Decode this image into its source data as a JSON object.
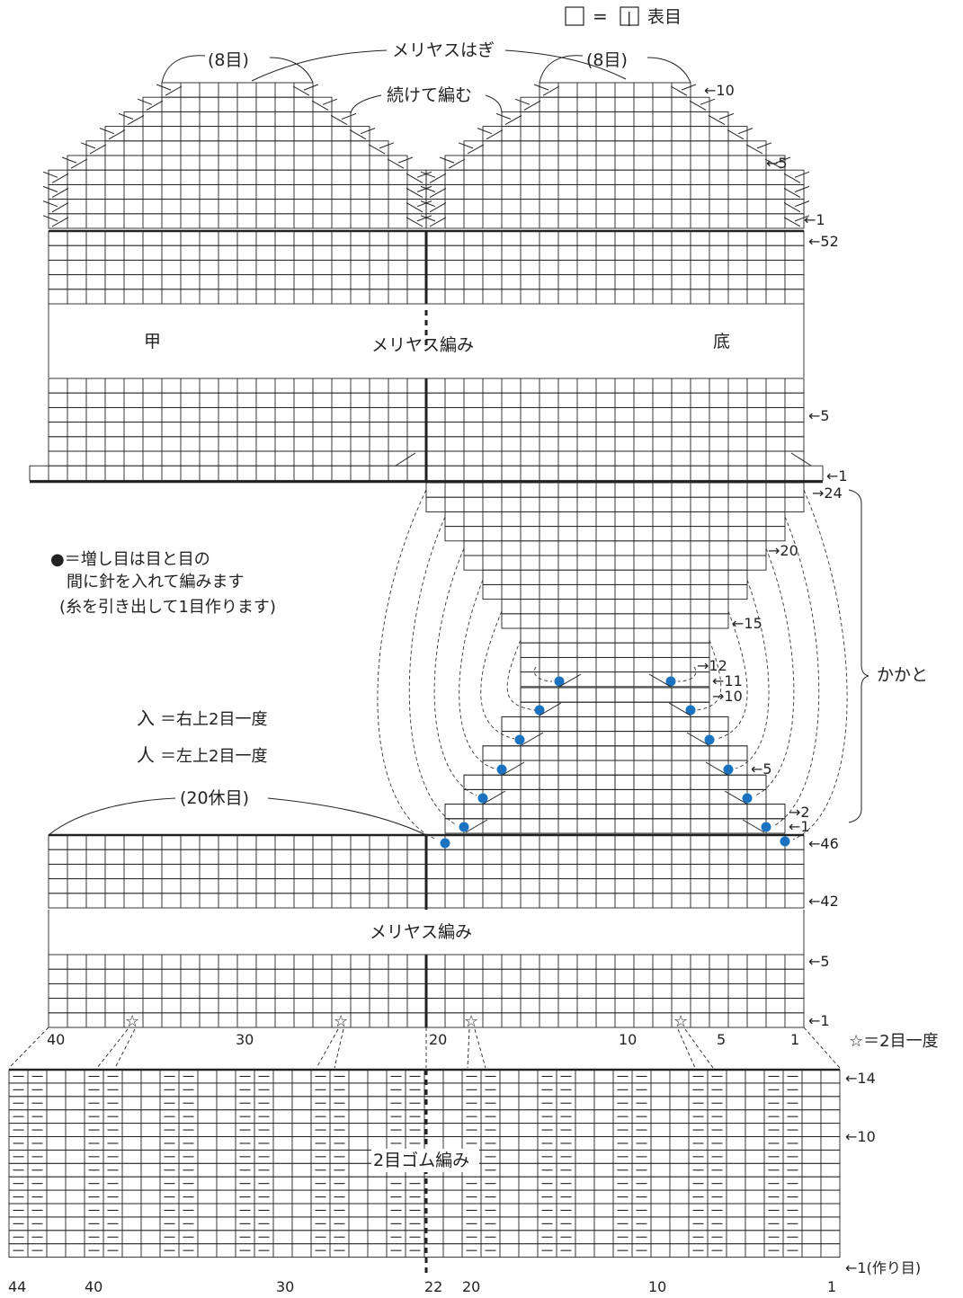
{
  "legend": {
    "equals": "=",
    "knit_symbol": "|",
    "knit_label": "表目"
  },
  "toe": {
    "graft_label": "メリヤスはぎ",
    "eight_left": "(8目)",
    "eight_right": "(8目)",
    "continue_label": "続けて編む"
  },
  "foot": {
    "instep_label": "甲",
    "sole_label": "底",
    "stockinette_label": "メリヤス編み"
  },
  "increase_note": {
    "line1": "●＝増し目は目と目の",
    "line2": "間に針を入れて編みます",
    "line3": "(糸を引き出して1目作ります)"
  },
  "decrease_legend": {
    "ssk_glyph": "入",
    "ssk_label": "＝右上2目一度",
    "k2tog_glyph": "人",
    "k2tog_label": "＝左上2目一度"
  },
  "heel": {
    "rest_label": "(20休目)",
    "heel_label": "かかと"
  },
  "leg": {
    "stockinette_label": "メリヤス編み",
    "star_note": "☆＝2目一度"
  },
  "ribbing": {
    "label": "2目ゴム編み",
    "purl_symbol": "—"
  },
  "row_labels": {
    "toe_10": "←10",
    "toe_5": "←5",
    "toe_1": "←1",
    "foot_52": "←52",
    "foot_5": "←5",
    "foot_1": "←1",
    "heel_24": "→24",
    "heel_20": "→20",
    "heel_15": "←15",
    "heel_12": "→12",
    "heel_11": "←11",
    "heel_10": "→10",
    "heel_5": "←5",
    "heel_2": "→2",
    "heel_1": "←1",
    "leg_46": "←46",
    "leg_42": "←42",
    "leg_5": "←5",
    "leg_1": "←1",
    "rib_14": "←14",
    "rib_10": "←10",
    "rib_1": "←1(作り目)"
  },
  "stitch_numbers_leg": [
    "40",
    "30",
    "20",
    "10",
    "5",
    "1"
  ],
  "stitch_numbers_rib": [
    "44",
    "40",
    "30",
    "22",
    "20",
    "10",
    "1"
  ]
}
